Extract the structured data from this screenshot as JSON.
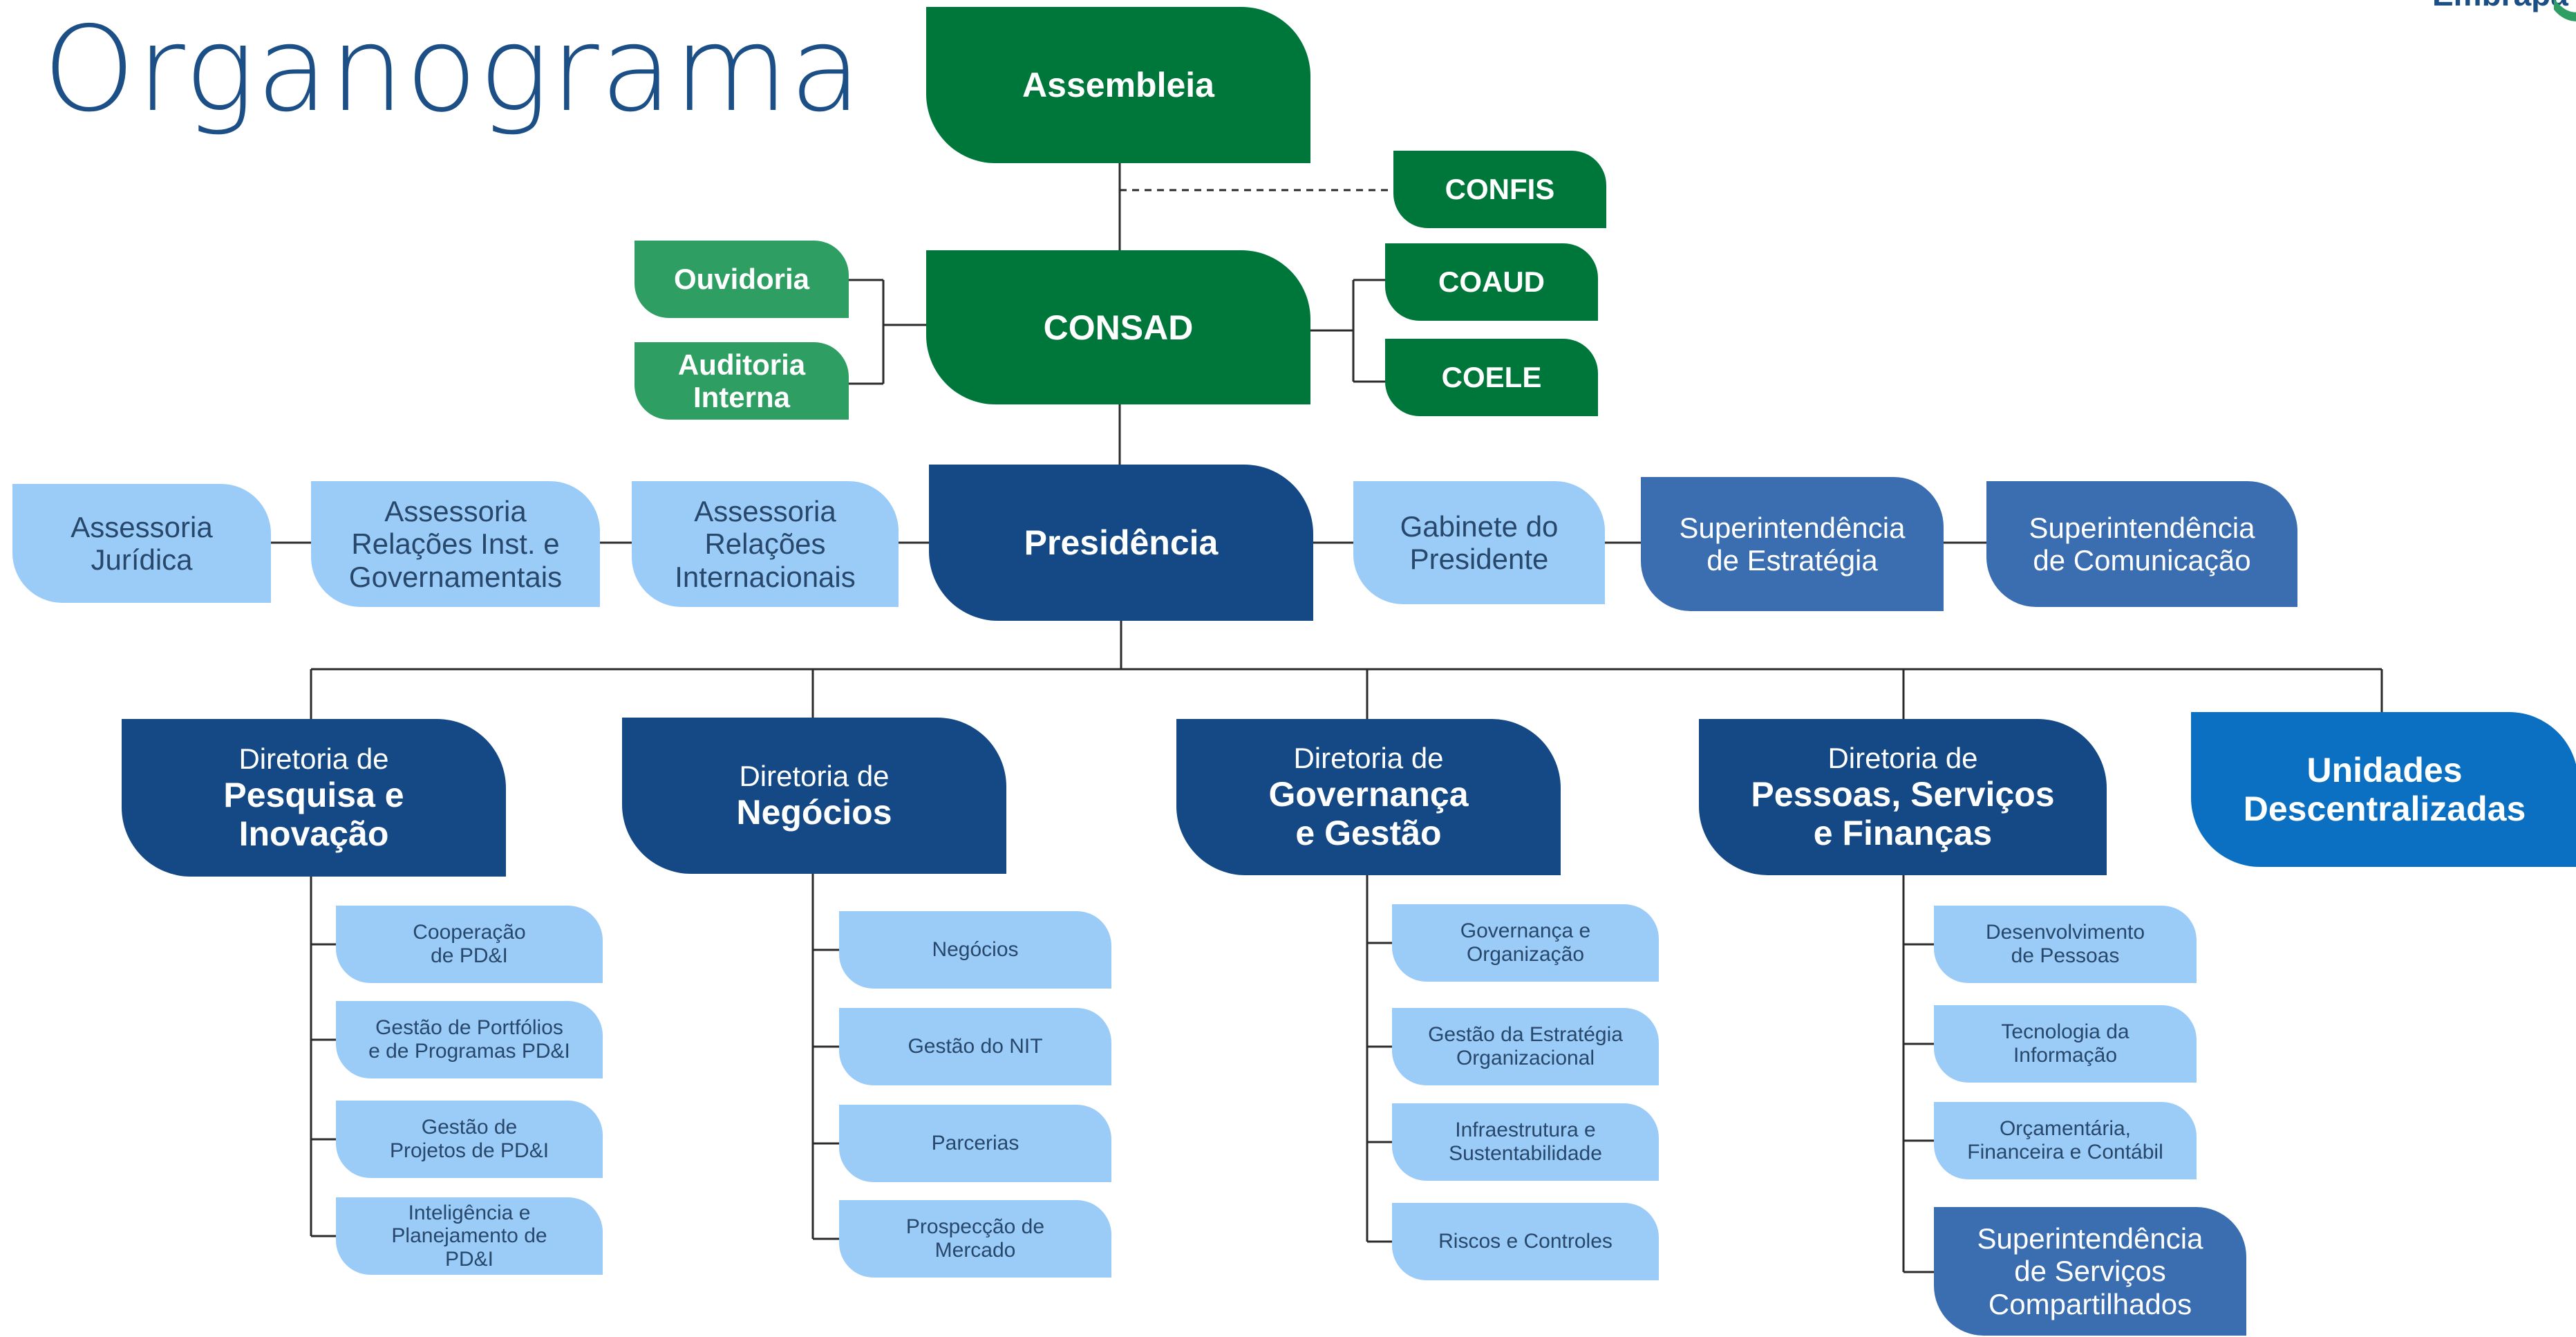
{
  "title": "Organograma",
  "logo_text": "Embrapa",
  "colors": {
    "dark_green": "#00773a",
    "mid_green": "#2e9e62",
    "navy": "#154985",
    "steel_blue": "#3b6eb0",
    "bright_blue": "#0b70c1",
    "light_blue": "#9bccf8",
    "title": "#1c4f86"
  },
  "governance": {
    "assembleia": "Assembleia",
    "confis": "CONFIS",
    "consad": "CONSAD",
    "ouvidoria": "Ouvidoria",
    "auditoria_1": "Auditoria",
    "auditoria_2": "Interna",
    "coaud": "COAUD",
    "coele": "COELE"
  },
  "presidencia": {
    "label": "Presidência",
    "left": [
      {
        "lines": [
          "Assessoria",
          "Jurídica"
        ]
      },
      {
        "lines": [
          "Assessoria",
          "Relações Inst. e",
          "Governamentais"
        ]
      },
      {
        "lines": [
          "Assessoria",
          "Relações",
          "Internacionais"
        ]
      }
    ],
    "right": [
      {
        "lines": [
          "Gabinete do",
          "Presidente"
        ]
      },
      {
        "lines": [
          "Superintendência",
          "de Estratégia"
        ]
      },
      {
        "lines": [
          "Superintendência",
          "de Comunicação"
        ]
      }
    ]
  },
  "diretorias": [
    {
      "prefix": "Diretoria de",
      "name_lines": [
        "Pesquisa e",
        "Inovação"
      ],
      "units": [
        [
          "Cooperação",
          "de PD&I"
        ],
        [
          "Gestão  de Portfólios",
          "e de Programas PD&I"
        ],
        [
          "Gestão de",
          "Projetos de  PD&I"
        ],
        [
          "Inteligência e",
          "Planejamento de",
          "PD&I"
        ]
      ]
    },
    {
      "prefix": "Diretoria de",
      "name_lines": [
        "Negócios"
      ],
      "units": [
        [
          "Negócios"
        ],
        [
          "Gestão do NIT"
        ],
        [
          "Parcerias"
        ],
        [
          "Prospecção de",
          "Mercado"
        ]
      ]
    },
    {
      "prefix": "Diretoria de",
      "name_lines": [
        "Governança",
        "e Gestão"
      ],
      "units": [
        [
          "Governança e",
          "Organização"
        ],
        [
          "Gestão da Estratégia",
          "Organizacional"
        ],
        [
          "Infraestrutura e",
          "Sustentabilidade"
        ],
        [
          "Riscos e Controles"
        ]
      ]
    },
    {
      "prefix": "Diretoria de",
      "name_lines": [
        "Pessoas, Serviços",
        "e Finanças"
      ],
      "units": [
        [
          "Desenvolvimento",
          "de Pessoas"
        ],
        [
          "Tecnologia da",
          "Informação"
        ],
        [
          "Orçamentária,",
          "Financeira e Contábil"
        ]
      ],
      "extra": [
        "Superintendência",
        "de Serviços",
        "Compartilhados"
      ]
    }
  ],
  "unidades": [
    "Unidades",
    "Descentralizadas"
  ]
}
